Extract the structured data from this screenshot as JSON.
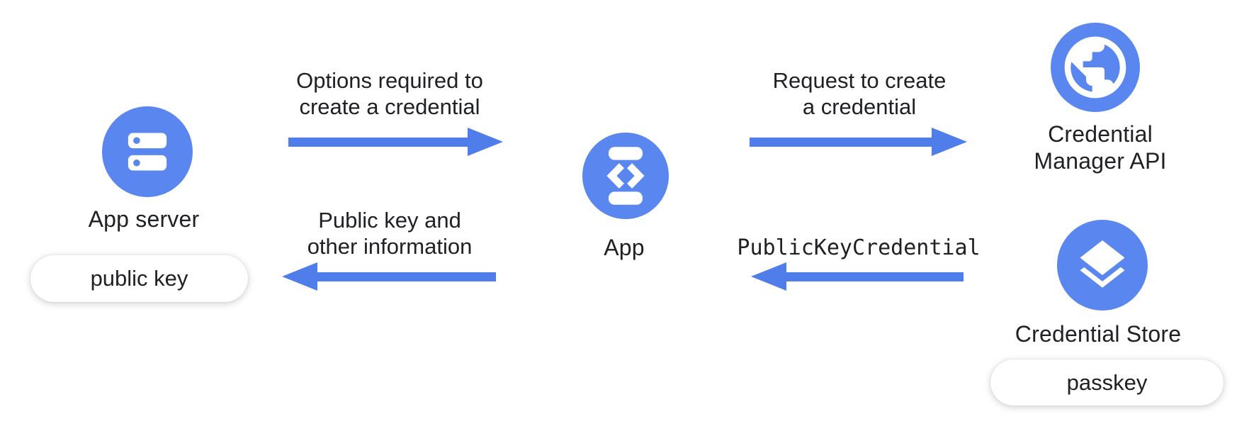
{
  "colors": {
    "node_circle": "#5986EF",
    "arrow": "#4F7DE9",
    "text": "#202124",
    "pill_background": "#ffffff",
    "icon": "#ffffff",
    "background": "#ffffff"
  },
  "nodes": {
    "app_server": {
      "label": "App server",
      "icon": "server-icon"
    },
    "app": {
      "label": "App",
      "icon": "phone-code-icon"
    },
    "credential_manager_api": {
      "label": "Credential Manager API",
      "label_line1": "Credential",
      "label_line2": "Manager API",
      "icon": "globe-icon"
    },
    "credential_store": {
      "label": "Credential Store",
      "icon": "layers-icon"
    }
  },
  "pills": {
    "public_key": {
      "label": "public key"
    },
    "passkey": {
      "label": "passkey"
    }
  },
  "arrows": {
    "options": {
      "label": "Options required to create a credential",
      "line1": "Options required to",
      "line2": "create a credential",
      "direction": "right",
      "from": "App server",
      "to": "App"
    },
    "public_key_info": {
      "label": "Public key and other information",
      "line1": "Public key and",
      "line2": "other information",
      "direction": "left",
      "from": "App",
      "to": "App server"
    },
    "request_create": {
      "label": "Request to create a credential",
      "line1": "Request to create",
      "line2": "a credential",
      "direction": "right",
      "from": "App",
      "to": "Credential Manager API"
    },
    "public_key_credential": {
      "label": "PublicKeyCredential",
      "direction": "left",
      "from": "Credential Store",
      "to": "App"
    }
  }
}
